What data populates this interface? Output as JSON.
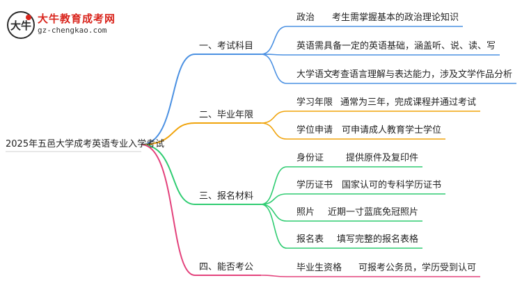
{
  "logo": {
    "name": "大牛教育成考网",
    "url": "gz-chengkao.com",
    "mark_text": "大牛"
  },
  "root": "2025年五邑大学成考英语专业入学考试",
  "colors": {
    "branch1": "#4a90e2",
    "branch2": "#f0a30a",
    "branch3": "#2ecc71",
    "branch4": "#e3417b",
    "root_line": "#d0d0d0"
  },
  "branches": [
    {
      "label": "一、考试科目",
      "leaves": [
        {
          "label": "政治",
          "desc": "考生需掌握基本的政治理论知识"
        },
        {
          "label": "英语",
          "desc": "需具备一定的英语基础，涵盖听、说、读、写"
        },
        {
          "label": "大学语文",
          "desc": "考查语言理解与表达能力，涉及文学作品分析"
        }
      ]
    },
    {
      "label": "二、毕业年限",
      "leaves": [
        {
          "label": "学习年限",
          "desc": "通常为三年，完成课程并通过考试"
        },
        {
          "label": "学位申请",
          "desc": "可申请成人教育学士学位"
        }
      ]
    },
    {
      "label": "三、报名材料",
      "leaves": [
        {
          "label": "身份证",
          "desc": "提供原件及复印件"
        },
        {
          "label": "学历证书",
          "desc": "国家认可的专科学历证书"
        },
        {
          "label": "照片",
          "desc": "近期一寸蓝底免冠照片"
        },
        {
          "label": "报名表",
          "desc": "填写完整的报名表格"
        }
      ]
    },
    {
      "label": "四、能否考公",
      "leaves": [
        {
          "label": "毕业生资格",
          "desc": "可报考公务员，学历受到认可"
        }
      ]
    }
  ]
}
